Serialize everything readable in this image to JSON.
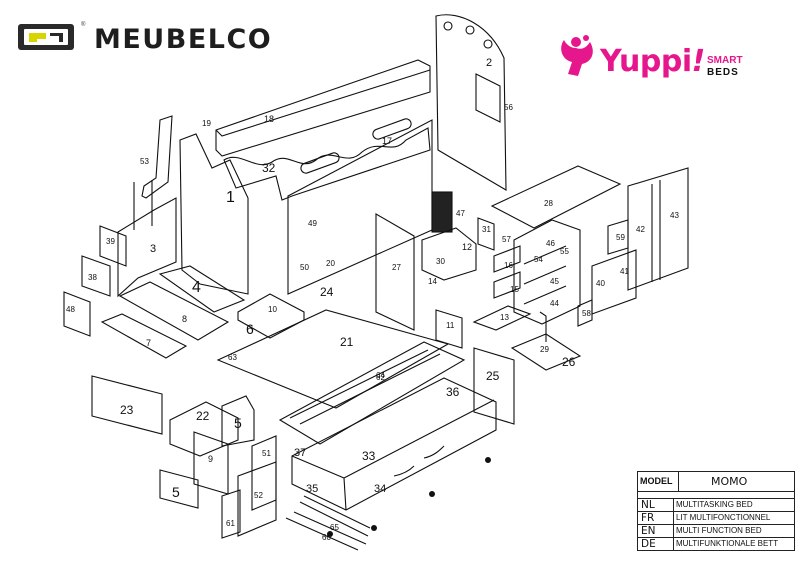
{
  "brand": {
    "name": "MEUBELCO",
    "reg": "®"
  },
  "product_logo": {
    "word": "Yuppi",
    "mark": "!",
    "smart": "SMART",
    "beds": "BEDS",
    "color": "#e6168d"
  },
  "info": {
    "model_key": "MODEL",
    "model_value": "MOMO",
    "languages": [
      {
        "code": "NL",
        "text": "MULTITASKING BED"
      },
      {
        "code": "FR",
        "text": "LIT MULTIFONCTIONNEL"
      },
      {
        "code": "EN",
        "text": "MULTI FUNCTION BED"
      },
      {
        "code": "DE",
        "text": "MULTIFUNKTIONALE BETT"
      }
    ]
  },
  "part_labels": [
    "1",
    "2",
    "3",
    "4",
    "5",
    "6",
    "7",
    "8",
    "9",
    "10",
    "11",
    "12",
    "13",
    "14",
    "15",
    "16",
    "17",
    "18",
    "19",
    "20",
    "21",
    "22",
    "23",
    "24",
    "25",
    "26",
    "27",
    "28",
    "29",
    "30",
    "31",
    "32",
    "33",
    "34",
    "35",
    "36",
    "37",
    "38",
    "39",
    "40",
    "41",
    "42",
    "43",
    "44",
    "45",
    "46",
    "47",
    "48",
    "49",
    "50",
    "51",
    "52",
    "53",
    "54",
    "55",
    "56",
    "57",
    "58",
    "59",
    "60",
    "61",
    "62",
    "63",
    "64",
    "65"
  ],
  "big_labels": {
    "d1": "1",
    "d6": "6",
    "d4": "4",
    "d5a": "5",
    "d5b": "5"
  }
}
